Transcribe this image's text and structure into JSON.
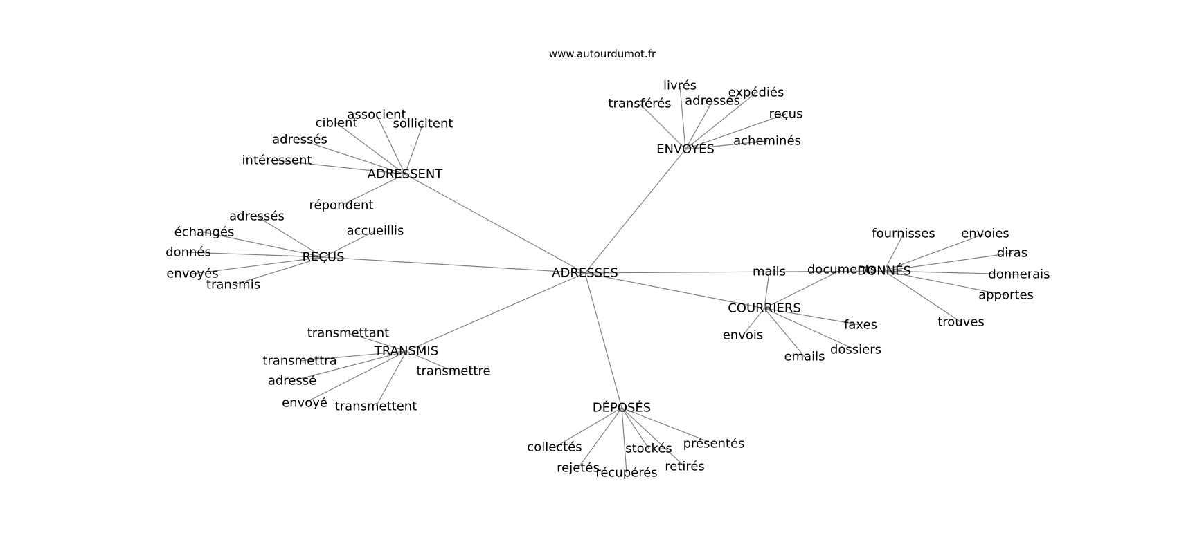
{
  "source": "www.autourdumot.fr",
  "graph": {
    "center": "ADRESSES",
    "hubs": [
      {
        "id": "adressent",
        "label": "ADRESSENT",
        "leaves": [
          "associent",
          "ciblent",
          "sollicitent",
          "adressés",
          "intéressent",
          "répondent"
        ]
      },
      {
        "id": "envoyes",
        "label": "ENVOYÉS",
        "leaves": [
          "livrés",
          "transférés",
          "adressés",
          "expédiés",
          "reçus",
          "acheminés"
        ]
      },
      {
        "id": "recus",
        "label": "REÇUS",
        "leaves": [
          "adressés",
          "échangés",
          "accueillis",
          "donnés",
          "envoyés",
          "transmis"
        ]
      },
      {
        "id": "transmis",
        "label": "TRANSMIS",
        "leaves": [
          "transmettant",
          "transmettra",
          "transmettre",
          "adressé",
          "envoyé",
          "transmettent"
        ]
      },
      {
        "id": "deposes",
        "label": "DÉPOSÉS",
        "leaves": [
          "collectés",
          "stockés",
          "présentés",
          "rejetés",
          "récupérés",
          "retirés"
        ]
      },
      {
        "id": "courriers",
        "label": "COURRIERS",
        "leaves": [
          "mails",
          "documents",
          "envois",
          "faxes",
          "emails",
          "dossiers"
        ]
      },
      {
        "id": "donnes",
        "label": "DONNÉS",
        "leaves": [
          "fournisses",
          "envoies",
          "diras",
          "donnerais",
          "apportes",
          "trouves"
        ]
      }
    ]
  }
}
